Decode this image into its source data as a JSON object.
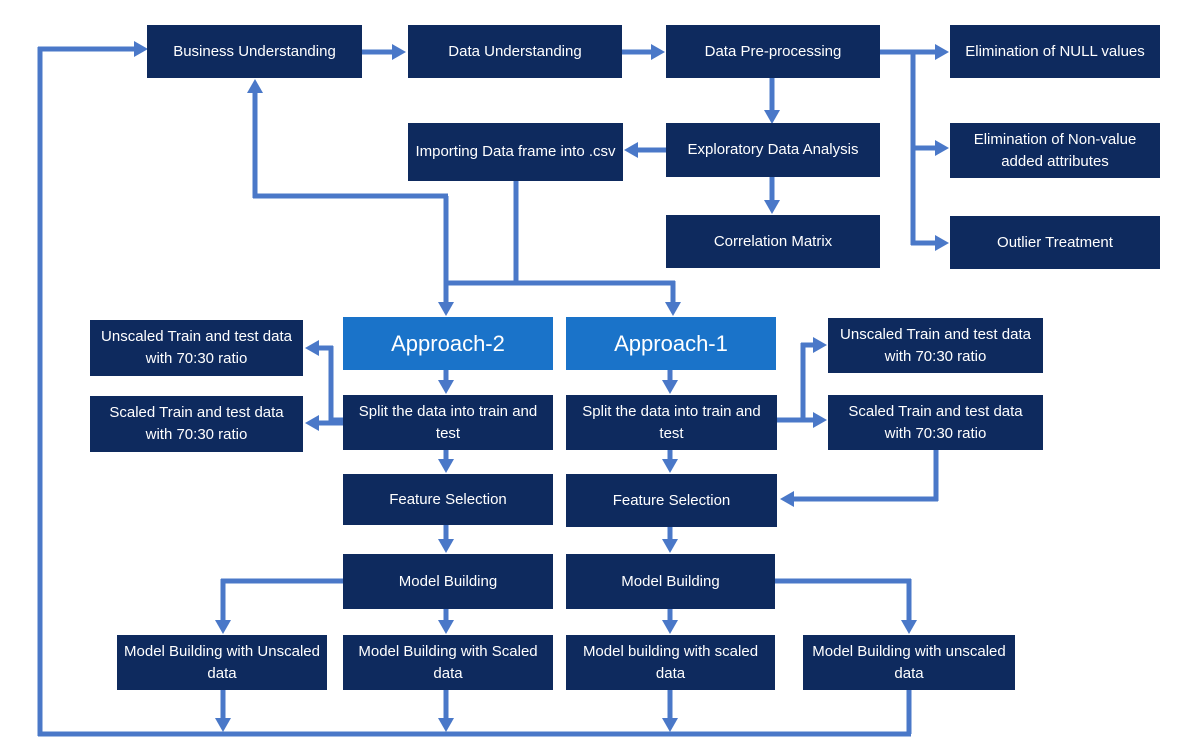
{
  "nodes": {
    "business_understanding": "Business Understanding",
    "data_understanding": "Data Understanding",
    "data_preprocessing": "Data Pre-processing",
    "elim_null": "Elimination of NULL values",
    "elim_nonvalue": "Elimination of Non-value added attributes",
    "outlier": "Outlier Treatment",
    "importing": "Importing Data frame into .csv",
    "eda": "Exploratory Data Analysis",
    "correlation": "Correlation Matrix",
    "approach2": "Approach-2",
    "approach1": "Approach-1",
    "unscaled_left": "Unscaled Train and test data with 70:30 ratio",
    "scaled_left": "Scaled Train and test data with 70:30 ratio",
    "unscaled_right": "Unscaled Train and test data with 70:30 ratio",
    "scaled_right": "Scaled Train and test data with 70:30 ratio",
    "split2": "Split the data into train and test",
    "split1": "Split the data into train and test",
    "feature2": "Feature Selection",
    "feature1": "Feature Selection",
    "model2": "Model Building",
    "model1": "Model Building",
    "mb_unscaled_a2": "Model Building with Unscaled data",
    "mb_scaled_a2": "Model Building with Scaled data",
    "mb_scaled_a1": "Model building with scaled data",
    "mb_unscaled_a1": "Model Building with unscaled data"
  },
  "colors": {
    "node_fill": "#0e2a5e",
    "accent_fill": "#1a73c9",
    "arrow": "#4a78c8",
    "text": "#ffffff"
  }
}
